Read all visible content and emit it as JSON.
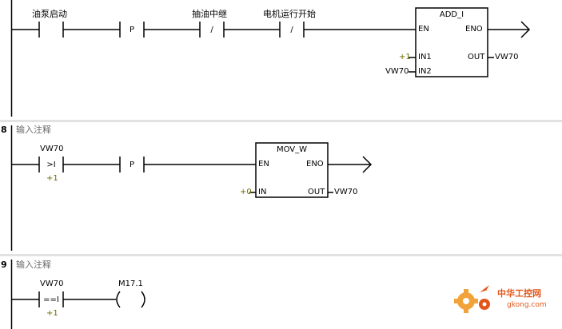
{
  "networks": [
    {
      "number": "",
      "comment": "",
      "contacts": [
        {
          "label": "油泵启动",
          "symbol": ""
        },
        {
          "label": "",
          "symbol": "P"
        },
        {
          "label": "抽油中继",
          "symbol": "/"
        },
        {
          "label": "电机运行开始",
          "symbol": "/"
        }
      ],
      "block": {
        "title": "ADD_I",
        "pins": {
          "en": "EN",
          "eno": "ENO",
          "in1": "IN1",
          "in2": "IN2",
          "out": "OUT"
        },
        "params": {
          "in1": "+1",
          "in2": "VW70",
          "out": "VW70"
        }
      }
    },
    {
      "number": "8",
      "comment": "输入注释",
      "contacts": [
        {
          "label": "VW70",
          "symbol": ">I",
          "sub": "+1"
        },
        {
          "label": "",
          "symbol": "P"
        }
      ],
      "block": {
        "title": "MOV_W",
        "pins": {
          "en": "EN",
          "eno": "ENO",
          "in": "IN",
          "out": "OUT"
        },
        "params": {
          "in": "+0",
          "out": "VW70"
        }
      }
    },
    {
      "number": "9",
      "comment": "输入注释",
      "contacts": [
        {
          "label": "VW70",
          "symbol": "==I",
          "sub": "+1"
        }
      ],
      "coil": {
        "label": "M17.1"
      }
    }
  ],
  "watermark": {
    "cn": "中华工控网",
    "en": "gkong.com"
  },
  "colors": {
    "line": "#000000",
    "separator": "#d8d8d8",
    "constant": "#6b6b00",
    "comment": "#6a6a6a",
    "watermark": "#e2561a"
  }
}
